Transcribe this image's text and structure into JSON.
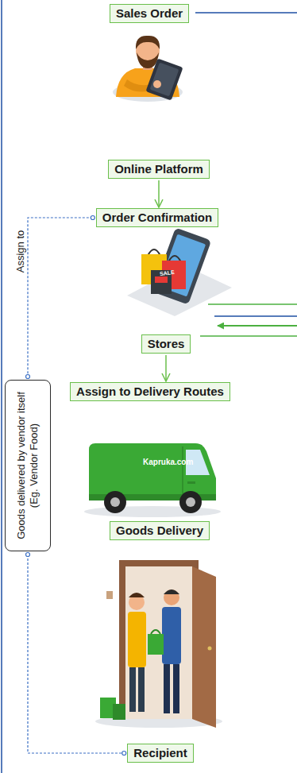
{
  "diagram": {
    "nodes": [
      {
        "text": [
          "Sales Order"
        ]
      },
      {
        "text": [
          "Online Platform"
        ]
      },
      {
        "text": [
          "Order Confirmation"
        ]
      },
      {
        "text": [
          "Stores"
        ]
      },
      {
        "text": [
          "Assign to Delivery Routes"
        ]
      },
      {
        "text": [
          "Goods Delivery"
        ]
      },
      {
        "text": [
          "Recipient"
        ]
      },
      {
        "text": [
          "Goods delivered by vendor itself (Eg. Vendor Food)"
        ]
      }
    ],
    "edges": [
      {
        "from": 1,
        "to": 2,
        "arrow": "to"
      },
      {
        "from": 3,
        "to": 4,
        "arrow": "to"
      },
      {
        "from": 2,
        "to": 7,
        "label": "Assign to",
        "arrow": "none"
      },
      {
        "from": 7,
        "to": 6,
        "arrow": "none"
      }
    ],
    "labels": [
      "SALE",
      "Kapruka.com"
    ]
  }
}
